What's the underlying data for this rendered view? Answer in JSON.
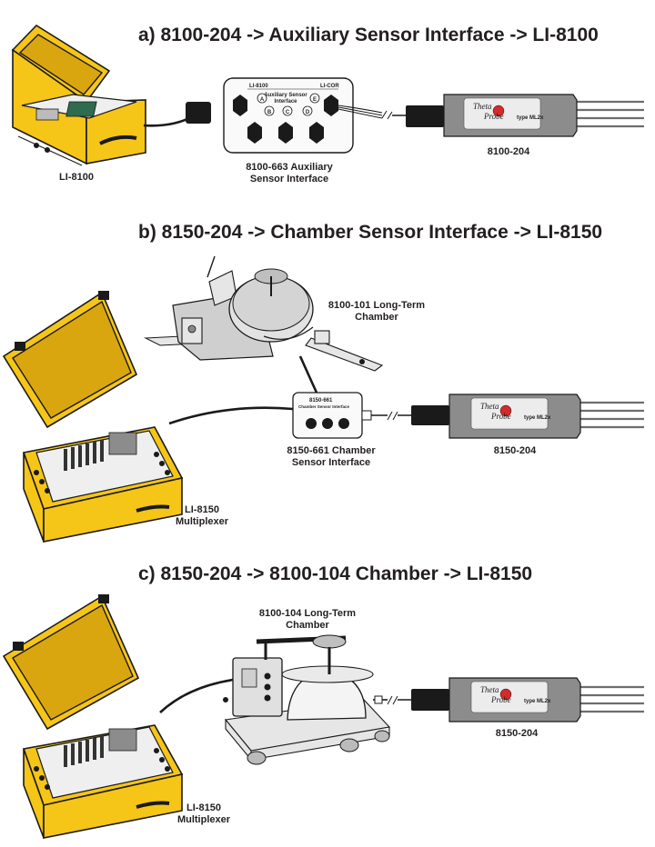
{
  "sections": [
    {
      "title": "a) 8100-204 -> Auxiliary Sensor Interface -> LI-8100",
      "host_label": "LI-8100",
      "interface_label_line1": "8100-663 Auxiliary",
      "interface_label_line2": "Sensor Interface",
      "interface_top_text": "LI-8100",
      "interface_corner_text": "LI-COR",
      "interface_center_line1": "Auxiliary Sensor",
      "interface_center_line2": "Interface",
      "ports": [
        "A",
        "B",
        "C",
        "D",
        "E"
      ],
      "probe_label": "8100-204",
      "probe_brand_line1": "Theta",
      "probe_brand_line2": "Probe",
      "probe_type": "type ML2x"
    },
    {
      "title": "b) 8150-204 -> Chamber Sensor Interface -> LI-8150",
      "chamber_label_line1": "8100-101 Long-Term",
      "chamber_label_line2": "Chamber",
      "interface_top_text": "8150-661",
      "interface_sub_text": "Chamber Sensor Interface",
      "interface_label_line1": "8150-661 Chamber",
      "interface_label_line2": "Sensor Interface",
      "host_label_line1": "LI-8150",
      "host_label_line2": "Multiplexer",
      "probe_label": "8150-204",
      "probe_brand_line1": "Theta",
      "probe_brand_line2": "Probe",
      "probe_type": "type ML2x"
    },
    {
      "title": "c) 8150-204 -> 8100-104 Chamber -> LI-8150",
      "chamber_label_line1": "8100-104 Long-Term",
      "chamber_label_line2": "Chamber",
      "host_label_line1": "LI-8150",
      "host_label_line2": "Multiplexer",
      "probe_label": "8150-204",
      "probe_brand_line1": "Theta",
      "probe_brand_line2": "Probe",
      "probe_type": "type ML2x"
    }
  ]
}
